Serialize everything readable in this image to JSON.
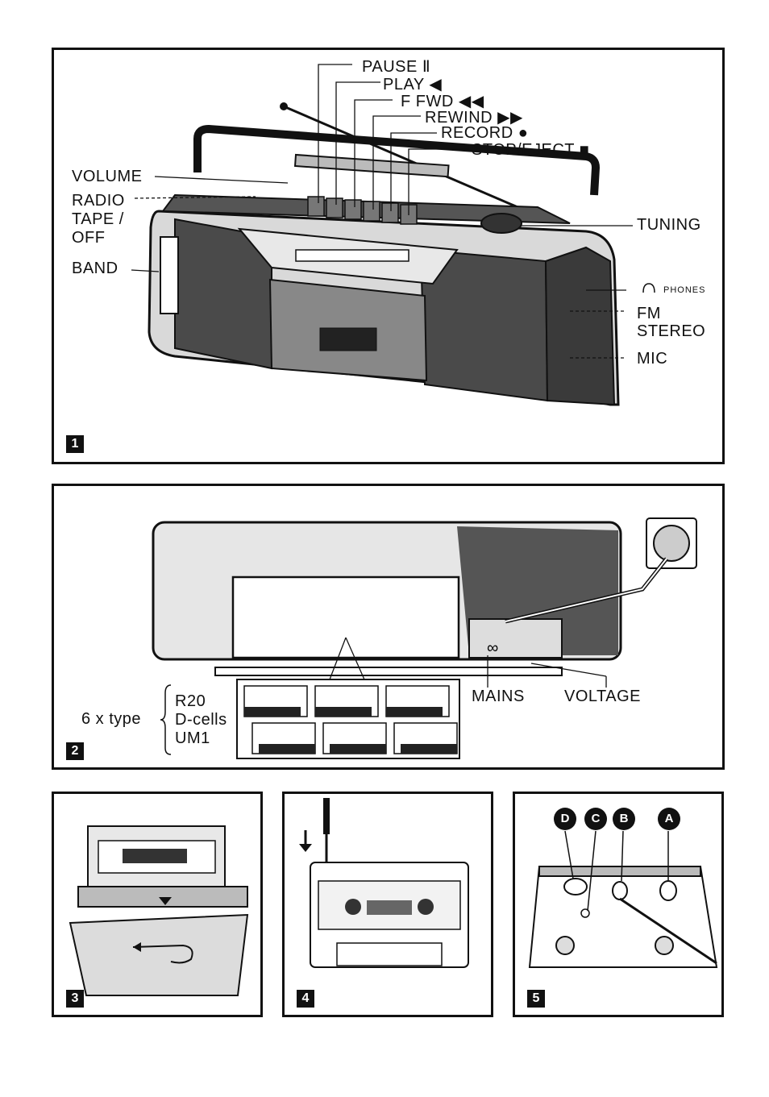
{
  "fig1": {
    "number": "1",
    "labels": {
      "pause": "PAUSE Ⅱ",
      "play": "PLAY ◀",
      "ffwd": "F FWD ◀◀",
      "rewind": "REWIND ▶▶",
      "record": "RECORD ●",
      "stop_eject": "STOP/EJECT ■",
      "volume": "VOLUME",
      "radio": "RADIO",
      "tape_off_1": "TAPE /",
      "tape_off_2": "OFF",
      "band": "BAND",
      "tuning": "TUNING",
      "phones": "PHONES",
      "fm": "FM",
      "stereo": "STEREO",
      "mic": "MIC"
    }
  },
  "fig2": {
    "number": "2",
    "type_count": "6 x type",
    "types": [
      "R20",
      "D-cells",
      "UM1"
    ],
    "mains": "MAINS",
    "voltage": "VOLTAGE"
  },
  "fig3": {
    "number": "3"
  },
  "fig4": {
    "number": "4"
  },
  "fig5": {
    "number": "5",
    "markers": [
      "D",
      "C",
      "B",
      "A"
    ]
  }
}
